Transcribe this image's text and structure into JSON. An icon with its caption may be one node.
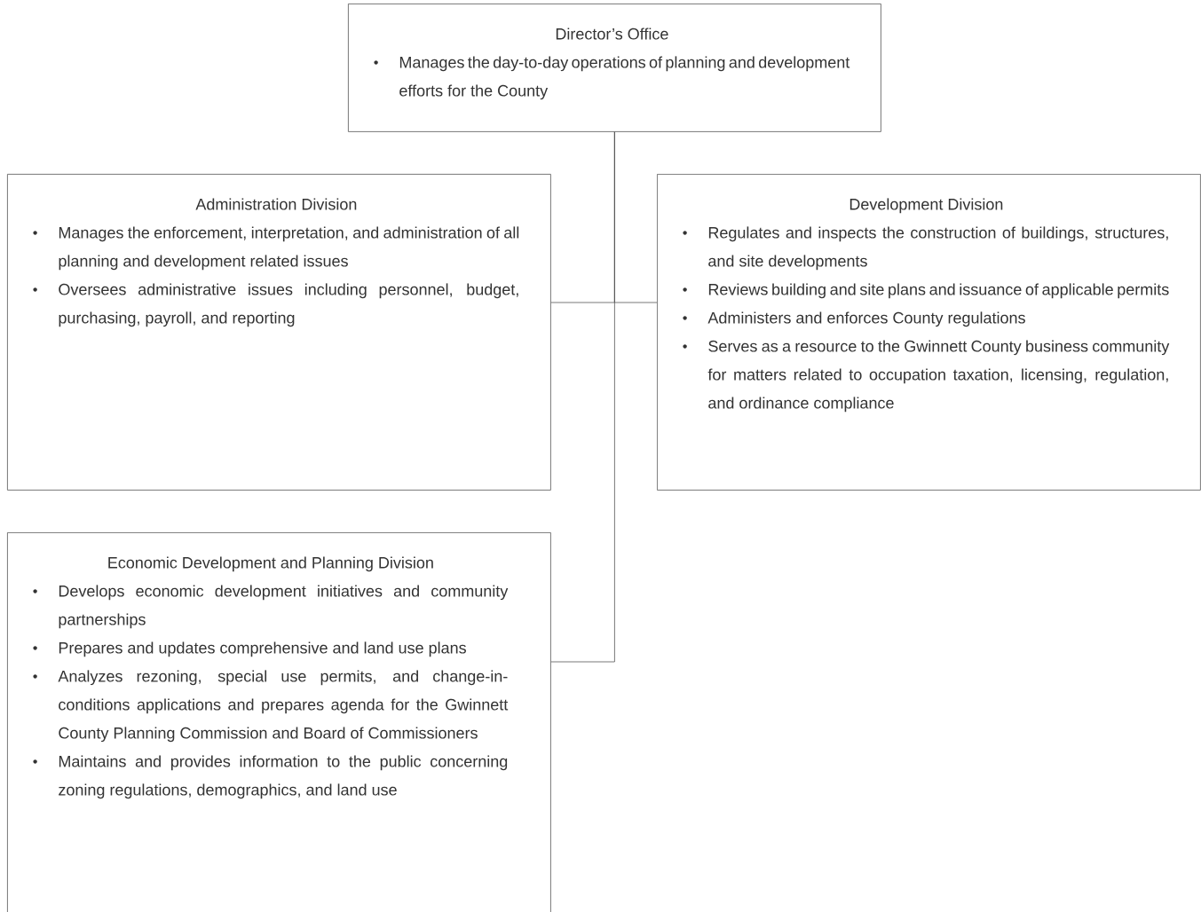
{
  "diagram": {
    "nodes": [
      {
        "text": [
          "Director’s Office",
          "Manages the day-to-day operations of planning and development efforts for the County"
        ]
      },
      {
        "text": [
          "Administration Division",
          "Manages the enforcement, interpretation, and administration of all planning and development related issues",
          "Oversees administrative issues including personnel, budget, purchasing, payroll, and reporting"
        ]
      },
      {
        "text": [
          "Development Division",
          "Regulates and inspects the construction of buildings, structures, and site developments",
          "Reviews building and site plans and issuance of applicable permits",
          "Administers and enforces County regulations",
          "Serves as a resource to the Gwinnett County business community for matters related to occupation taxation, licensing, regulation, and ordinance compliance"
        ]
      },
      {
        "text": [
          "Economic Development and Planning Division",
          "Develops economic development initiatives and community partnerships",
          "Prepares and updates comprehensive and land use plans",
          "Analyzes rezoning, special use permits, and change-in-conditions applications and prepares agenda for the Gwinnett County Planning Commission and Board of Commissioners",
          "Maintains and provides information to the public concerning zoning regulations, demographics, and land use"
        ]
      }
    ],
    "edges": [
      {
        "from": 0,
        "to": 1,
        "arrow": "none"
      },
      {
        "from": 0,
        "to": 2,
        "arrow": "none"
      },
      {
        "from": 0,
        "to": 3,
        "arrow": "none"
      }
    ]
  }
}
